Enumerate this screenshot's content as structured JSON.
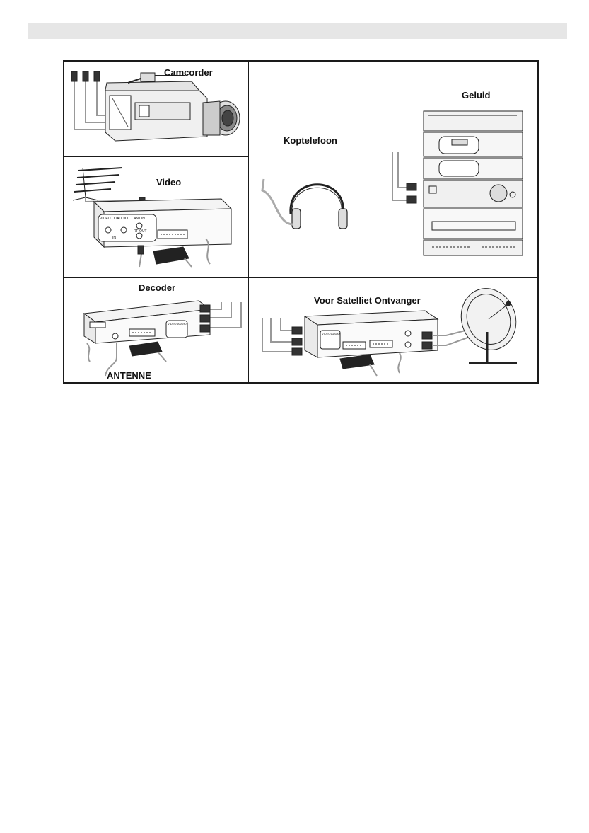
{
  "labels": {
    "camcorder": "Camcorder",
    "headphones": "Koptelefoon",
    "sound": "Geluid",
    "video": "Video",
    "decoder": "Decoder",
    "antenna": "ANTENNE",
    "satellite": "Voor Satelliet Ontvanger"
  },
  "device_texts": {
    "vcr_video_out": "VIDEO OUT",
    "vcr_audio": "AUDIO",
    "vcr_ant_in": "ANT.IN",
    "vcr_rf_out": "RF OUT",
    "vcr_in": "IN",
    "dec_video": "VIDEO",
    "dec_audio": "AUDIO",
    "sat_video": "VIDEO",
    "sat_audio": "AUDIO"
  }
}
